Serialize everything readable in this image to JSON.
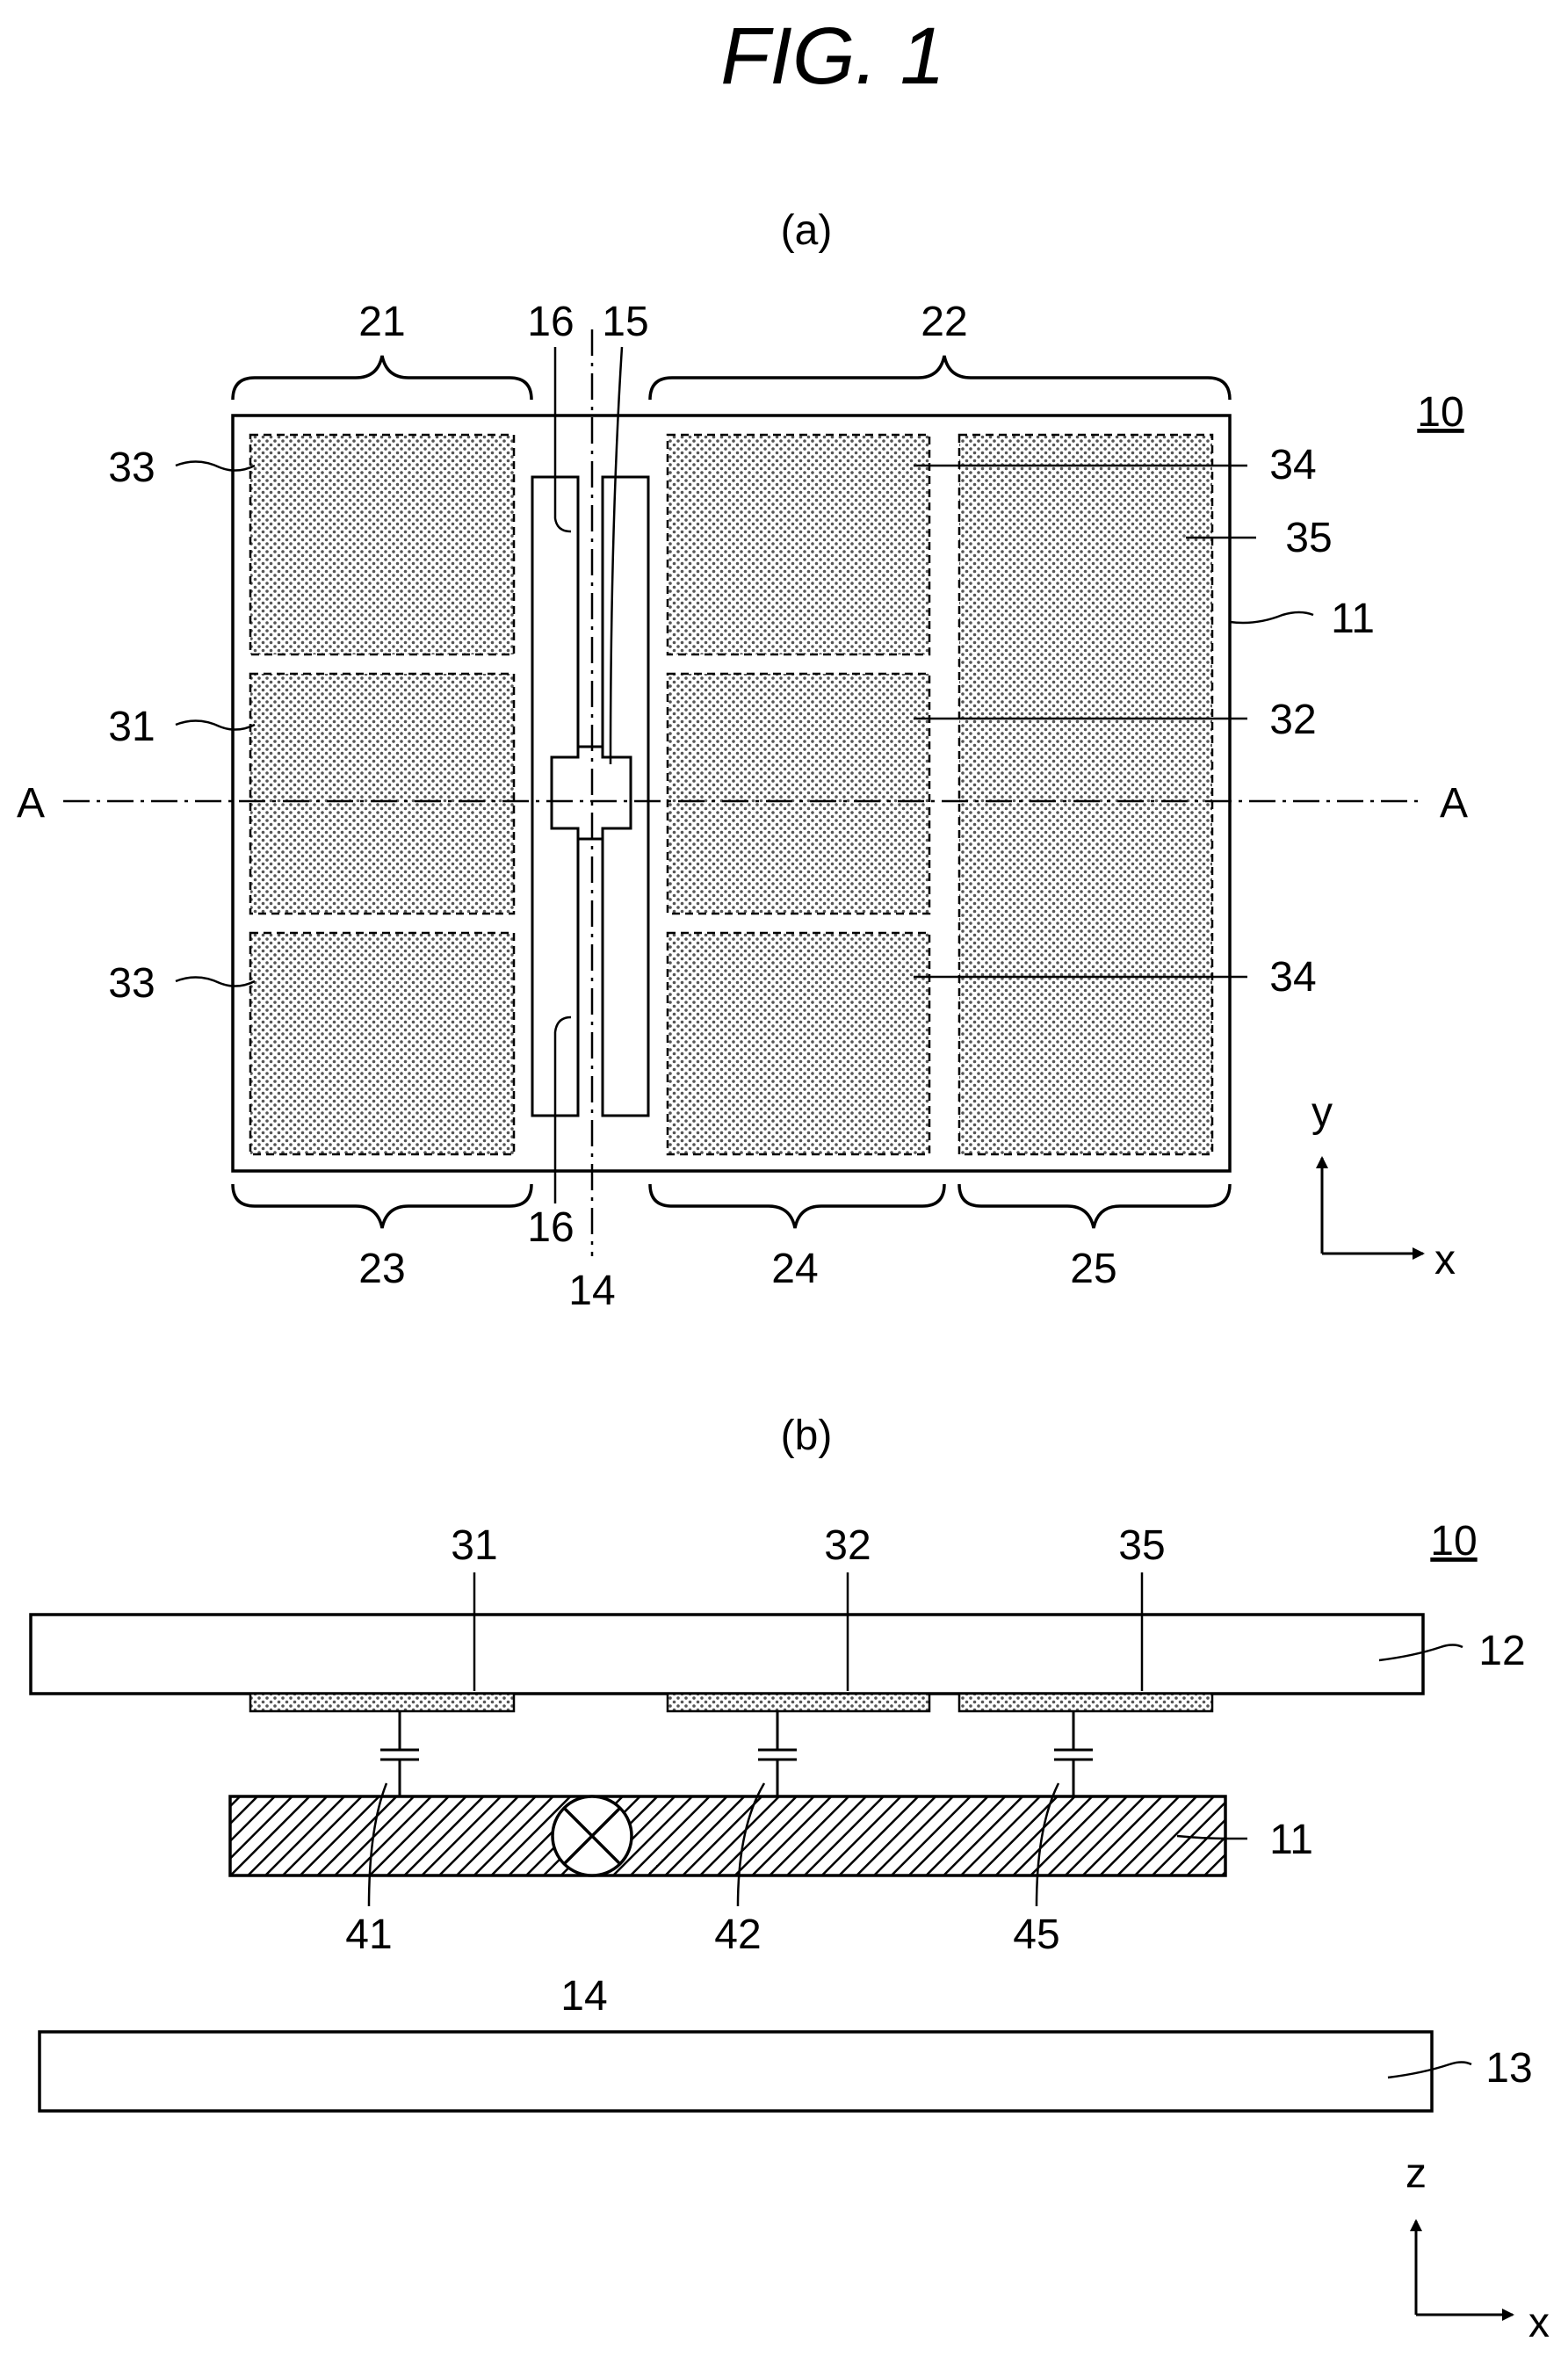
{
  "title": "FIG. 1",
  "panel_a": {
    "label": "(a)",
    "device_ref": "10",
    "section_marker": "A",
    "regions": [
      "21",
      "22",
      "23",
      "24",
      "25"
    ],
    "electrode_labels": {
      "e33_top": "33",
      "e31": "31",
      "e33_bottom": "33",
      "e34_top": "34",
      "e35": "35",
      "e11": "11",
      "e32": "32",
      "e34_bottom": "34"
    },
    "line_labels": {
      "l16_top": "16",
      "l15": "15",
      "l16_bottom": "16",
      "l14": "14"
    },
    "axes": {
      "vertical": "y",
      "horizontal": "x"
    },
    "colors": {
      "electrode_fill": "#8a8a8a"
    }
  },
  "panel_b": {
    "label": "(b)",
    "device_ref": "10",
    "electrode_labels": [
      "31",
      "32",
      "35"
    ],
    "layer_labels": {
      "l12": "12",
      "l11": "11",
      "l13": "13"
    },
    "capacitor_labels": [
      "41",
      "42",
      "45"
    ],
    "center_label": "14",
    "axes": {
      "vertical": "z",
      "horizontal": "x"
    }
  }
}
